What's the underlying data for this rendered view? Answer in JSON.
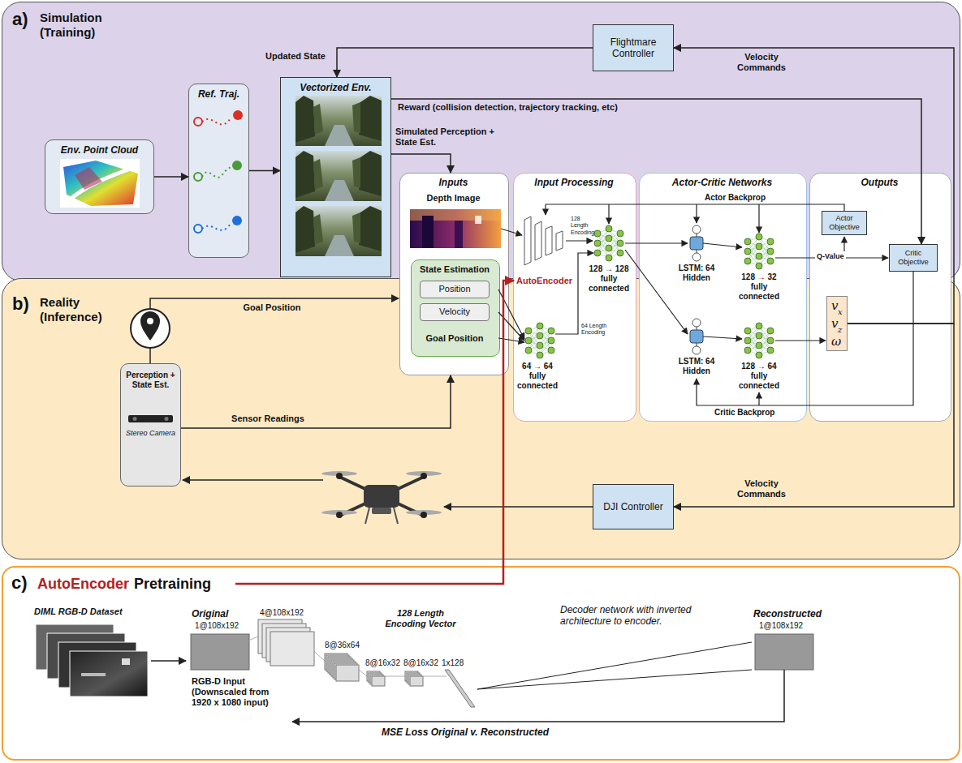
{
  "diagram": {
    "nodes": [
      {
        "text": [
          "a)",
          "Simulation (Training)"
        ]
      },
      {
        "text": [
          "Flightmare Controller"
        ],
        "in": 0
      },
      {
        "text": [
          "Env. Point Cloud"
        ],
        "in": 0
      },
      {
        "text": [
          "Ref. Traj."
        ],
        "in": 0
      },
      {
        "text": [
          "Vectorized Env."
        ],
        "in": 0
      },
      {
        "text": [
          "b)",
          "Reality (Inference)"
        ]
      },
      {
        "text": [
          "Perception + State Est.",
          "Stereo Camera"
        ],
        "in": 5
      },
      {
        "text": [
          "DJI Controller"
        ],
        "in": 5
      },
      {
        "text": [
          "Inputs",
          "Depth Image"
        ]
      },
      {
        "text": [
          "State Estimation",
          "Goal Position"
        ],
        "in": 8
      },
      {
        "text": [
          "Position"
        ],
        "in": 9
      },
      {
        "text": [
          "Velocity"
        ],
        "in": 9
      },
      {
        "text": [
          "Input Processing"
        ]
      },
      {
        "text": [
          "Actor-Critic Networks"
        ]
      },
      {
        "text": [
          "Outputs"
        ]
      },
      {
        "text": [
          "Actor Objective"
        ],
        "in": 14
      },
      {
        "text": [
          "Critic Objective"
        ],
        "in": 14
      },
      {
        "text": [
          "v",
          "x",
          "v",
          "z",
          "ω"
        ],
        "in": 14
      },
      {
        "text": [
          "c)",
          "AutoEncoder",
          "Pretraining"
        ]
      }
    ],
    "edges": [
      {
        "from": 2,
        "to": 3,
        "arrow": "to"
      },
      {
        "from": 3,
        "to": 4,
        "arrow": "to"
      },
      {
        "from": 1,
        "to": 4,
        "label": "Updated State",
        "arrow": "to"
      },
      {
        "from": 4,
        "to": 8,
        "label": "Simulated Perception + State Est.",
        "arrow": "to"
      },
      {
        "from": 4,
        "to": 16,
        "label": "Reward (collision detection, trajectory tracking, etc)",
        "arrow": "to"
      },
      {
        "from": 17,
        "to": 1,
        "label": "Velocity Commands",
        "arrow": "to"
      },
      {
        "from": 17,
        "to": 7,
        "label": "Velocity Commands",
        "arrow": "to"
      },
      {
        "from": 6,
        "to": 8,
        "label": "Sensor Readings",
        "arrow": "to"
      }
    ],
    "labels": [
      "AutoEncoder",
      "Actor Backprop",
      "128 Length Encoding",
      "128 → 128 fully connected",
      "LSTM: 64 Hidden",
      "128 → 32 fully connected",
      "Q-Value",
      "Goal Position",
      "64 Length Encoding",
      "LSTM: 64 Hidden",
      "128 → 64 fully connected",
      "64 → 64 fully connected",
      "Critic Backprop",
      "DIML RGB-D Dataset",
      "Original",
      "1@108x192",
      "4@108x192",
      "128 Length Encoding Vector",
      "Decoder network with inverted architecture to encoder.",
      "Reconstructed",
      "1@108x192",
      "8@36x64",
      "8@16x32",
      "8@16x32",
      "1x128",
      "RGB-D Input (Downscaled from 1920 x 1080 input)",
      "MSE Loss Original v. Reconstructed"
    ]
  }
}
